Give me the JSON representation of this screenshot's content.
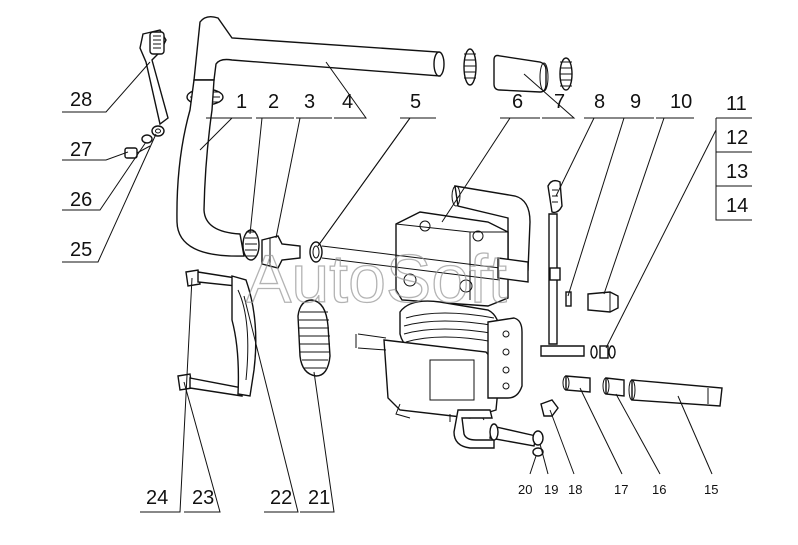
{
  "watermark": "AutoSoft",
  "callouts_top": [
    "28",
    "1",
    "2",
    "3",
    "4",
    "5",
    "6",
    "7",
    "8",
    "9",
    "10",
    "11",
    "12",
    "13",
    "14"
  ],
  "callouts_left": [
    "27",
    "26",
    "25"
  ],
  "callouts_bottom_large": [
    "24",
    "23",
    "22",
    "21"
  ],
  "callouts_bottom_small": [
    "20",
    "19",
    "18",
    "17",
    "16",
    "15"
  ]
}
